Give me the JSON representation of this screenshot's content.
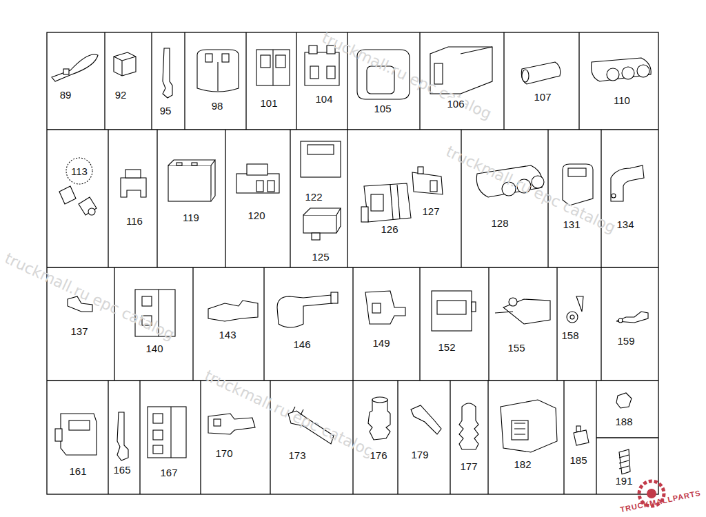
{
  "diagram": {
    "labels": [
      "89",
      "92",
      "95",
      "98",
      "101",
      "104",
      "105",
      "106",
      "107",
      "110",
      "113",
      "116",
      "119",
      "120",
      "122",
      "125",
      "126",
      "127",
      "128",
      "131",
      "134",
      "137",
      "140",
      "143",
      "146",
      "149",
      "152",
      "155",
      "158",
      "159",
      "161",
      "165",
      "167",
      "170",
      "173",
      "176",
      "179",
      "177",
      "182",
      "185",
      "188",
      "191",
      "truckmall.ru epc catalog",
      "truckmall.ru epc catalog",
      "truckmall.ru epc catalog",
      "truckmall.ru epc catalog",
      "TRUCKMALLPARTS"
    ]
  }
}
